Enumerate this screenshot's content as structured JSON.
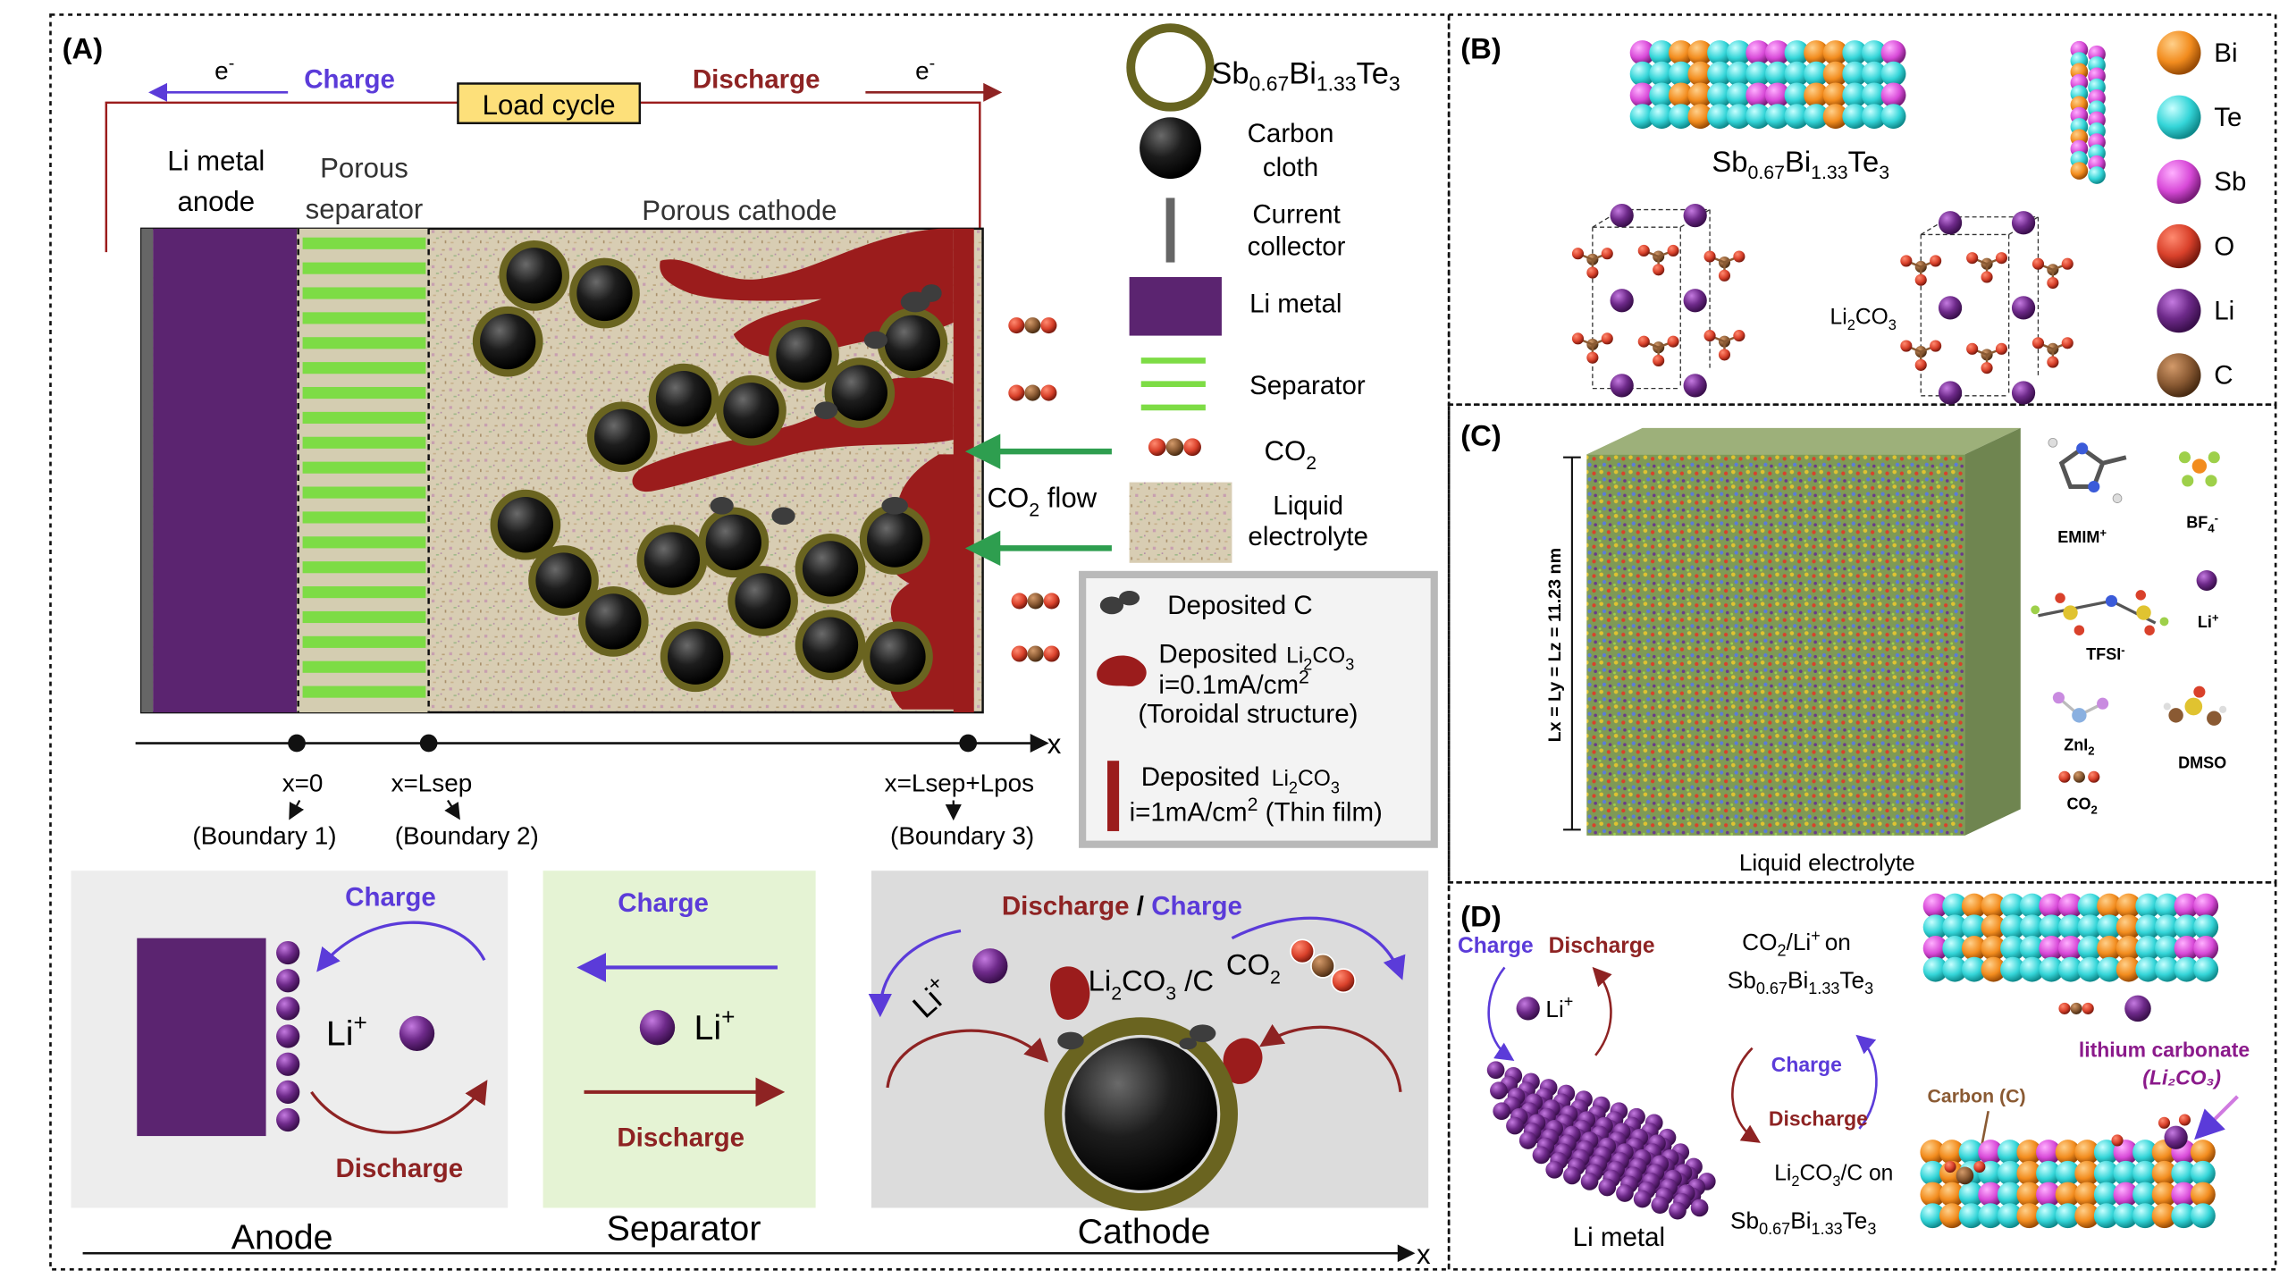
{
  "colors": {
    "charge": "#5b3bd9",
    "discharge": "#8e2323",
    "li_metal": "#5b2470",
    "separator": "#7ddc45",
    "deposit": "#9b1c1c",
    "co2_flow": "#2e9e4f",
    "sb_shell": "#676420",
    "bi": "#f28c1e",
    "te": "#34d5d8",
    "sb": "#d84ad8",
    "o": "#d9412b",
    "li": "#5a2479",
    "c": "#8a5a33"
  },
  "panel_a": {
    "label": "(A)",
    "charge": "Charge",
    "discharge": "Discharge",
    "electron": "e",
    "electron_sup": "-",
    "load_cycle": "Load cycle",
    "li_anode_1": "Li metal",
    "li_anode_2": "anode",
    "sep_1": "Porous",
    "sep_2": "separator",
    "cathode": "Porous cathode",
    "co2_flow": "CO",
    "co2_flow_sub": "2",
    "co2_flow_tail": " flow",
    "axis_x": "x",
    "b1_pos": "x=0",
    "b1": "(Boundary 1)",
    "b2_pos": "x=Lsep",
    "b2": "(Boundary 2)",
    "b3_pos": "x=Lsep+Lpos",
    "b3": "(Boundary 3)",
    "legend": {
      "sbbite": {
        "p1": "Sb",
        "s1": "0.67",
        "p2": "Bi",
        "s2": "1.33",
        "p3": "Te",
        "s3": "3"
      },
      "carbon_1": "Carbon",
      "carbon_2": "cloth",
      "cc_1": "Current",
      "cc_2": "collector",
      "li_metal": "Li metal",
      "separator": "Separator",
      "co2": "CO",
      "co2_sub": "2",
      "liquid_1": "Liquid",
      "liquid_2": "electrolyte",
      "dep_c": "Deposited C",
      "dep_li2co3": "Deposited",
      "li2co3": "Li",
      "li2co3_sub1": "2",
      "li2co3_mid": "CO",
      "li2co3_sub2": "3",
      "current_low": "i=0.1mA/cm",
      "current_sup": "2",
      "toroidal": "(Toroidal structure)",
      "current_high": "i=1mA/cm",
      "thin_film": " (Thin film)"
    },
    "bottom": {
      "anode_charge": "Charge",
      "anode_discharge": "Discharge",
      "anode_li": "Li",
      "anode_li_sup": "+",
      "anode_label": "Anode",
      "sep_charge": "Charge",
      "sep_discharge": "Discharge",
      "sep_li": "Li",
      "sep_li_sup": "+",
      "sep_label": "Separator",
      "cat_discharge": "Discharge",
      "cat_slash": " / ",
      "cat_charge": "Charge",
      "cat_li": "Li",
      "cat_li_sup": "+",
      "cat_product": "Li",
      "cat_product_sub1": "2",
      "cat_product_mid": "CO",
      "cat_product_sub2": "3",
      "cat_product_tail": " /C",
      "cat_co2": "CO",
      "cat_co2_sub": "2",
      "cat_label": "Cathode",
      "axis_x": "x"
    }
  },
  "panel_b": {
    "label": "(B)",
    "formula": {
      "p1": "Sb",
      "s1": "0.67",
      "p2": "Bi",
      "s2": "1.33",
      "p3": "Te",
      "s3": "3"
    },
    "li2co3": "Li",
    "li2co3_sub1": "2",
    "li2co3_mid": "CO",
    "li2co3_sub2": "3",
    "legend": [
      "Bi",
      "Te",
      "Sb",
      "O",
      "Li",
      "C"
    ]
  },
  "panel_c": {
    "label": "(C)",
    "box_label": "Lx = Ly = Lz = 11.23 nm",
    "caption": "Liquid electrolyte",
    "species": {
      "emim": "EMIM",
      "emim_sup": "+",
      "bf4": "BF",
      "bf4_sub": "4",
      "bf4_sup": "-",
      "tfsi": "TFSI",
      "tfsi_sup": "-",
      "li": "Li",
      "li_sup": "+",
      "zni2": "ZnI",
      "zni2_sub": "2",
      "dmso": "DMSO",
      "co2": "CO",
      "co2_sub": "2"
    }
  },
  "panel_d": {
    "label": "(D)",
    "charge": "Charge",
    "discharge": "Discharge",
    "li": "Li",
    "li_sup": "+",
    "li_metal": "Li metal",
    "co2_on_a": "CO",
    "co2_on_sub": "2",
    "co2_on_b": "/Li",
    "co2_on_sup": "+",
    "co2_on_c": "on",
    "formula": {
      "p1": "Sb",
      "s1": "0.67",
      "p2": "Bi",
      "s2": "1.33",
      "p3": "Te",
      "s3": "3"
    },
    "cycle_charge": "Charge",
    "cycle_discharge": "Discharge",
    "carbon": "Carbon (C)",
    "lithium_carbonate_1": "lithium carbonate",
    "lithium_carbonate_2": "(Li₂CO₃)",
    "li2co3_c_on_a": "Li",
    "li2co3_c_on_sub1": "2",
    "li2co3_c_on_mid": "CO",
    "li2co3_c_on_sub2": "3",
    "li2co3_c_on_tail": "/C on"
  }
}
